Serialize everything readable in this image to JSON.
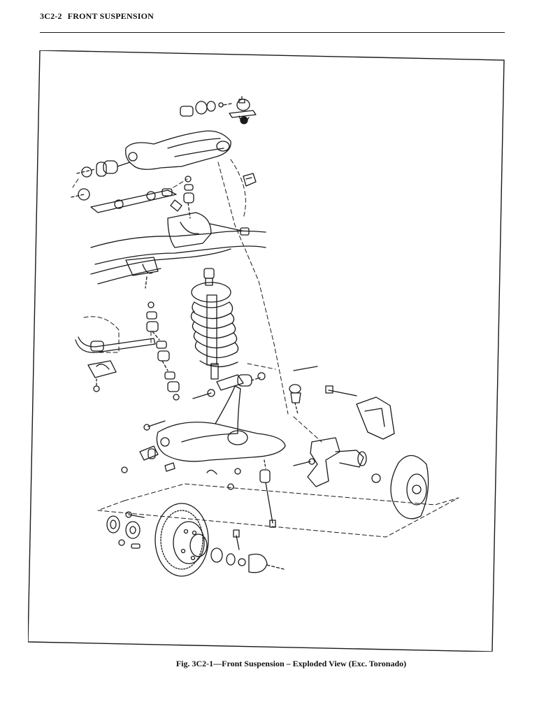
{
  "header": {
    "section_number": "3C2-2",
    "section_title": "FRONT SUSPENSION"
  },
  "figure": {
    "caption": "Fig. 3C2-1—Front Suspension – Exploded View (Exc. Toronado)"
  },
  "colors": {
    "ink": "#1a1a1a",
    "paper": "#ffffff"
  }
}
